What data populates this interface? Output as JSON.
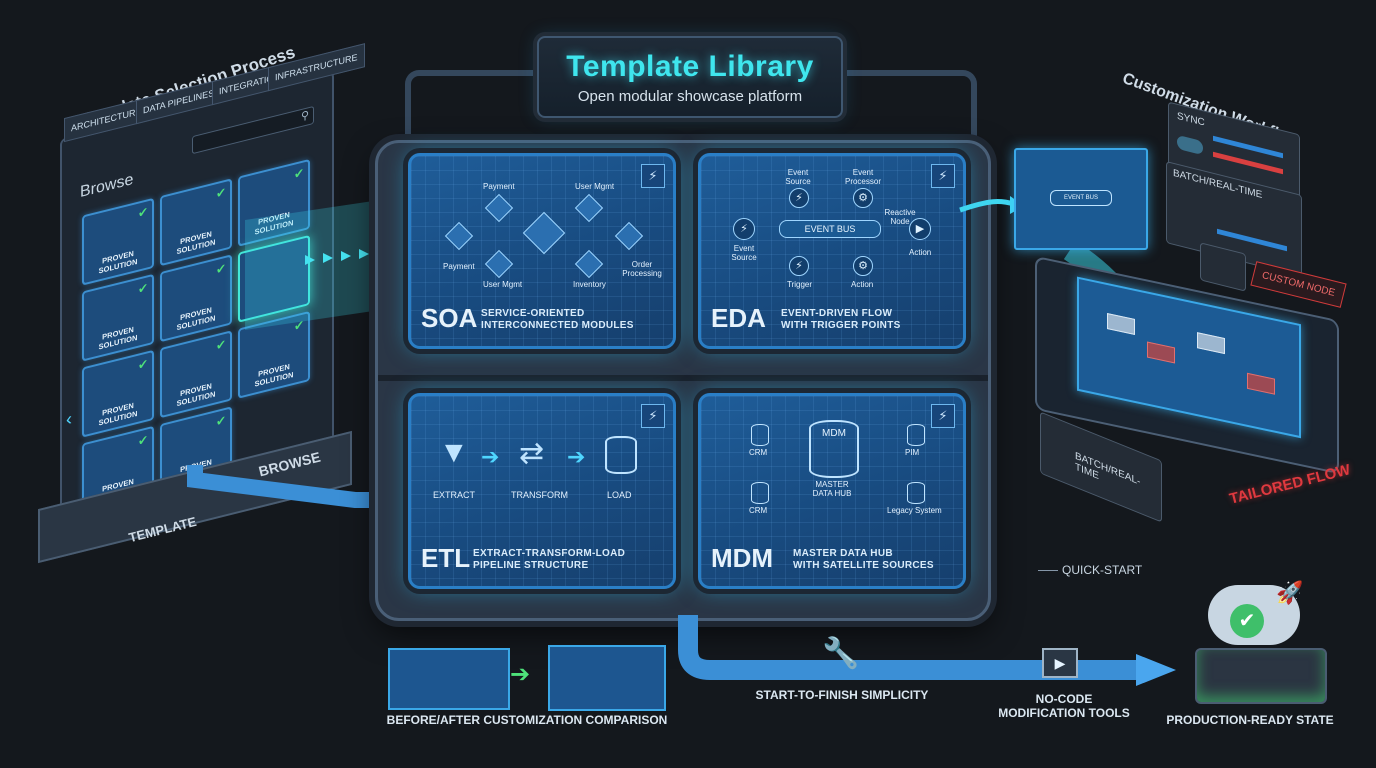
{
  "header": {
    "title": "Template Library",
    "subtitle": "Open modular showcase platform"
  },
  "left": {
    "title": "Template Selection Process",
    "tabs": [
      "ARCHITECTURE",
      "DATA PIPELINES",
      "INTEGRATION",
      "INFRASTRUCTURE"
    ],
    "browse_label": "Browse",
    "card_label": "PROVEN SOLUTION",
    "footer_browse": "BROWSE",
    "footer_template": "TEMPLATE"
  },
  "panels": {
    "soa": {
      "code": "SOA",
      "desc_line1": "SERVICE-ORIENTED",
      "desc_line2": "INTERCONNECTED MODULES",
      "nodes": [
        "Payment",
        "User Mgmt",
        "Payment",
        "User Mgmt",
        "Order Processing",
        "Inventory"
      ]
    },
    "eda": {
      "code": "EDA",
      "desc_line1": "EVENT-DRIVEN FLOW",
      "desc_line2": "WITH TRIGGER POINTS",
      "nodes": [
        "Event Source",
        "Event Processor",
        "Event Source",
        "Reactive Node",
        "Action",
        "Trigger",
        "Action"
      ],
      "bus": "EVENT BUS"
    },
    "etl": {
      "code": "ETL",
      "desc_line1": "EXTRACT-TRANSFORM-LOAD",
      "desc_line2": "PIPELINE STRUCTURE",
      "steps": [
        "EXTRACT",
        "TRANSFORM",
        "LOAD"
      ]
    },
    "mdm": {
      "code": "MDM",
      "desc_line1": "MASTER DATA HUB",
      "desc_line2": "WITH SATELLITE SOURCES",
      "hub": "MDM",
      "hub_label": "MASTER DATA HUB",
      "sources": [
        "CRM",
        "PIM",
        "CRM",
        "Legacy System"
      ]
    }
  },
  "right": {
    "title": "Customization Workflow",
    "sync": "SYNC",
    "batch": "BATCH/REAL-TIME",
    "custom_node": "CUSTOM NODE",
    "batch2": "BATCH/REAL-TIME",
    "tailored": "TAILORED FLOW",
    "mini_bus": "EVENT BUS"
  },
  "bottom": {
    "quickstart": "QUICK-START",
    "comparison": "BEFORE/AFTER CUSTOMIZATION COMPARISON",
    "simplicity": "START-TO-FINISH SIMPLICITY",
    "nocode_line1": "NO-CODE",
    "nocode_line2": "MODIFICATION TOOLS",
    "production": "PRODUCTION-READY STATE"
  },
  "colors": {
    "accent": "#3fe6ee",
    "panel": "#1f5d99",
    "alert": "#e04545",
    "success": "#4ee27a"
  },
  "icons": [
    "lightning-icon",
    "shield-check-icon",
    "search-icon",
    "funnel-icon",
    "shuffle-icon",
    "database-icon",
    "wrench-icon",
    "play-icon",
    "rocket-icon",
    "cloud-check-icon"
  ]
}
